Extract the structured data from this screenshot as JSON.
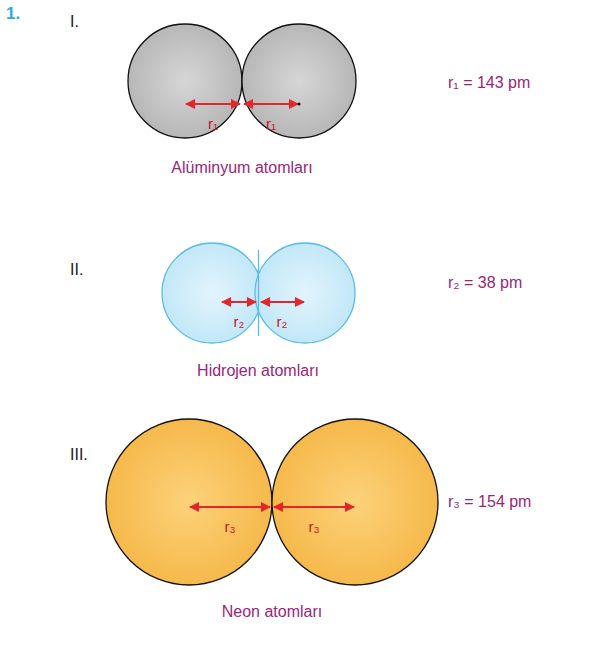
{
  "diagram": {
    "labels": [
      "1.",
      "I.",
      "r₁",
      "r₁",
      "r₁ = 143 pm",
      "Alüminyum atomları",
      "II.",
      "r₂",
      "r₂",
      "r₂ = 38 pm",
      "Hidrojen atomları",
      "III.",
      "r₃",
      "r₃",
      "r₃ = 154 pm",
      "Neon atomları"
    ]
  }
}
